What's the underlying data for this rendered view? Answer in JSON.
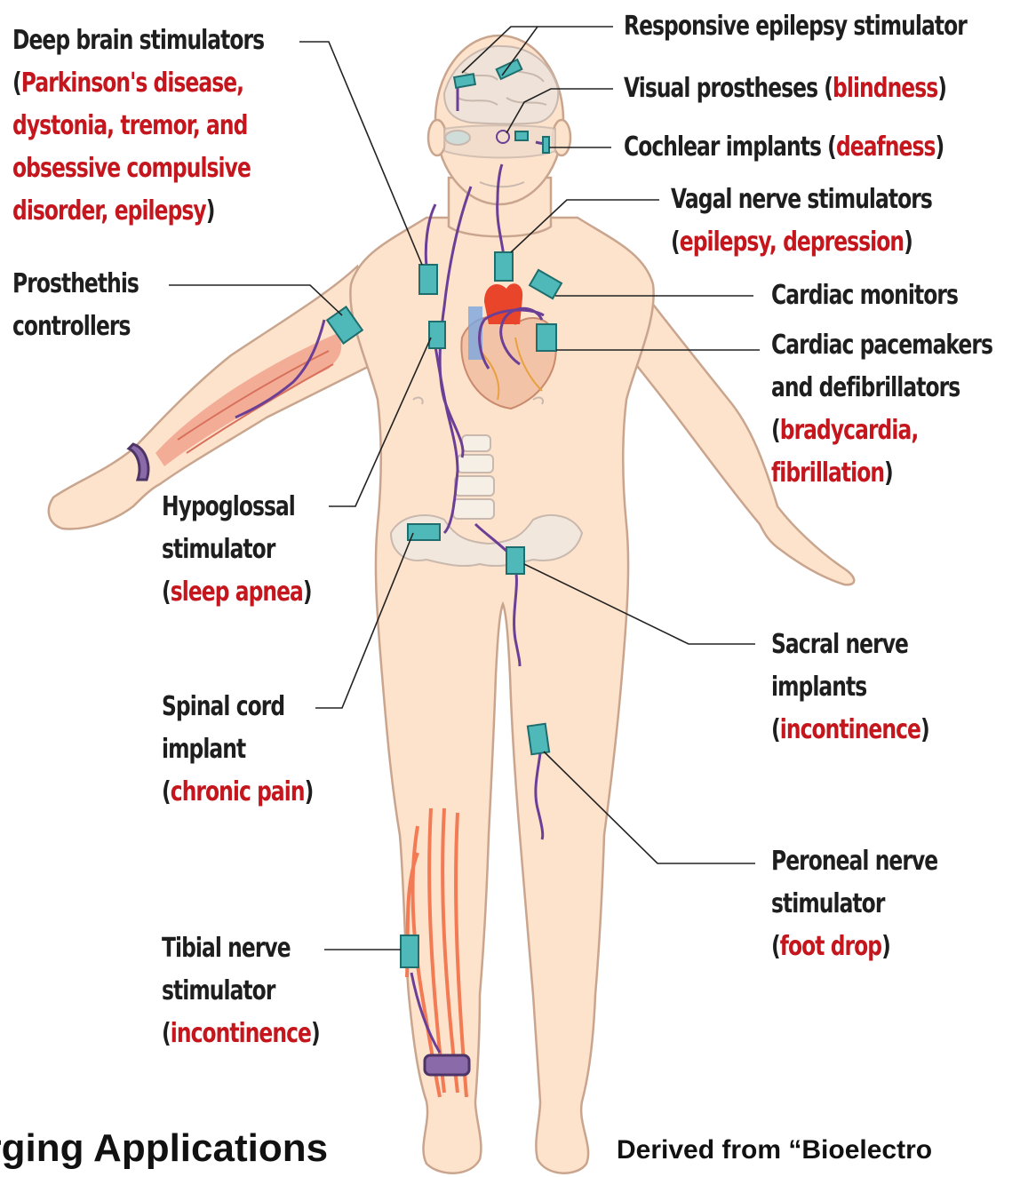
{
  "labels": {
    "deep_brain": {
      "line1": "Deep brain stimulators",
      "open": "(",
      "line2_red": "Parkinson's disease,",
      "line3_red": "dystonia, tremor, and",
      "line4_red": "obsessive compulsive",
      "line5_red": "disorder, epilepsy",
      "close": ")"
    },
    "prosthesis": {
      "line1": "Prosthethis",
      "line2": "controllers"
    },
    "hypoglossal": {
      "line1": "Hypoglossal",
      "line2": "stimulator",
      "open": "(",
      "red": "sleep apnea",
      "close": ")"
    },
    "spinal": {
      "line1": "Spinal cord",
      "line2": "implant",
      "open": "(",
      "red": "chronic pain",
      "close": ")"
    },
    "tibial": {
      "line1": "Tibial nerve",
      "line2": "stimulator",
      "open": "(",
      "red": "incontinence",
      "close": ")"
    },
    "responsive": {
      "line1": "Responsive epilepsy stimulator"
    },
    "visual": {
      "text": "Visual prostheses (",
      "red": "blindness",
      "close": ")"
    },
    "cochlear": {
      "text": "Cochlear implants (",
      "red": "deafness",
      "close": ")"
    },
    "vagal": {
      "line1": "Vagal nerve stimulators",
      "open": "(",
      "red": "epilepsy, depression",
      "close": ")"
    },
    "cardiac_monitors": {
      "line1": "Cardiac monitors"
    },
    "pacemakers": {
      "line1": "Cardiac pacemakers",
      "line2": "and defibrillators",
      "open": "(",
      "red1": "bradycardia,",
      "red2": "fibrillation",
      "close": ")"
    },
    "sacral": {
      "line1": "Sacral nerve",
      "line2": "implants",
      "open": "(",
      "red": "incontinence",
      "close": ")"
    },
    "peroneal": {
      "line1": "Peroneal nerve",
      "line2": "stimulator",
      "open": "(",
      "red": "foot drop",
      "close": ")"
    }
  },
  "footer": {
    "left": "erging Applications",
    "right": "Derived from “Bioelectro"
  },
  "colors": {
    "skin": "#fde2cc",
    "skin_outline": "#c9a58e",
    "device": "#4fb8b8",
    "lead": "#6b3f96",
    "label_red": "#c4161c",
    "label_text": "#1e1e1e"
  }
}
